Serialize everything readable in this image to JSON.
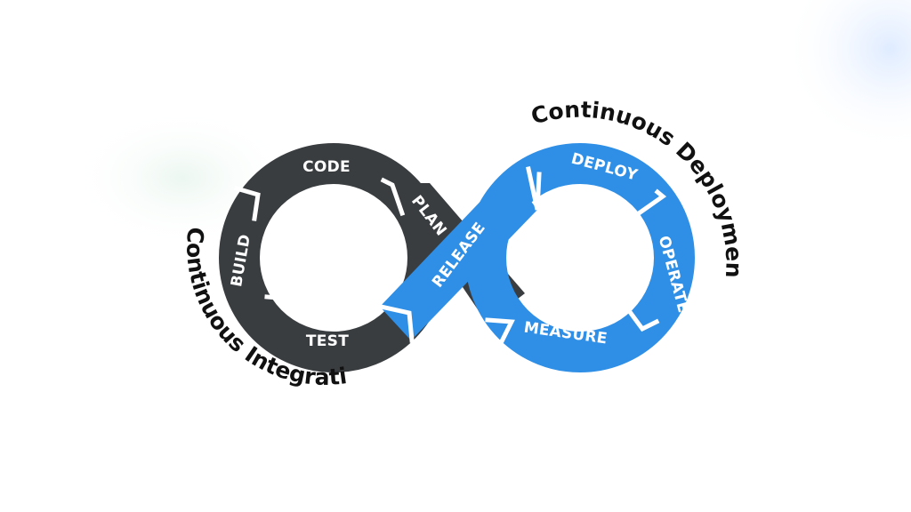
{
  "colors": {
    "dark_segment": "#3a3d40",
    "blue_segment": "#2f8fe6",
    "separator": "#ffffff",
    "glow_left": "#eef7f2",
    "glow_right": "#e4efff"
  },
  "diagram": {
    "left_loop_title": "Continuous Integration",
    "right_loop_title": "Continuous Deployment",
    "stages": {
      "code": "CODE",
      "build": "BUILD",
      "test": "TEST",
      "plan": "PLAN",
      "release": "RELEASE",
      "deploy": "DEPLOY",
      "operate": "OPERATE",
      "measure": "MEASURE"
    }
  }
}
